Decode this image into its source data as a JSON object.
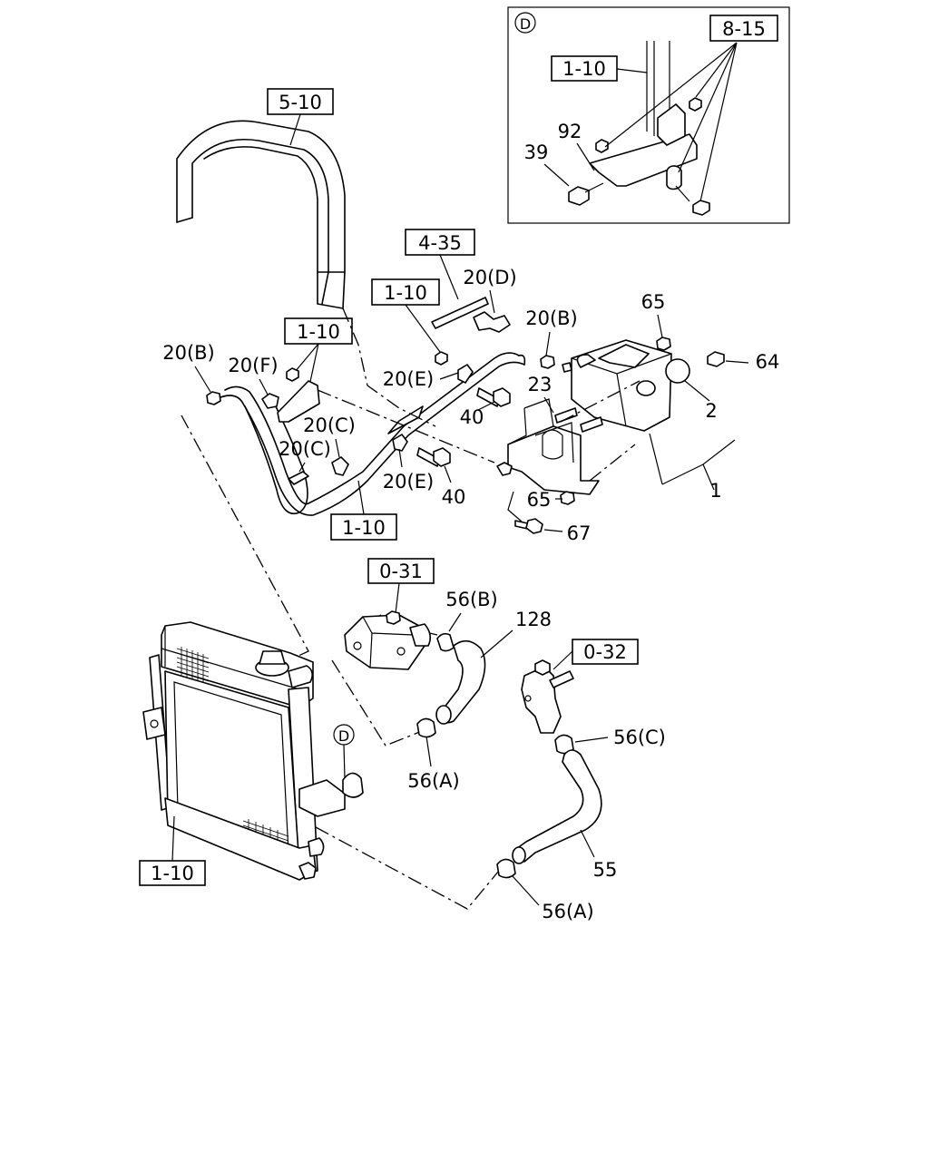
{
  "diagram": {
    "inset_marker": "D",
    "references": {
      "inset_8_15": "8-15",
      "inset_1_10": "1-10",
      "ref_5_10": "5-10",
      "ref_4_35": "4-35",
      "ref_1_10_a": "1-10",
      "ref_1_10_b": "1-10",
      "ref_1_10_c": "1-10",
      "ref_0_31": "0-31",
      "ref_0_32": "0-32",
      "ref_1_10_d": "1-10"
    },
    "callouts": {
      "c92": "92",
      "c39": "39",
      "c20D": "20(D)",
      "c20B_top": "20(B)",
      "c65_top": "65",
      "c64": "64",
      "c20B_left": "20(B)",
      "c20F": "20(F)",
      "c20E_top": "20(E)",
      "c23": "23",
      "c2": "2",
      "c40_top": "40",
      "c20C_a": "20(C)",
      "c20C_b": "20(C)",
      "c20E_bot": "20(E)",
      "c40_bot": "40",
      "c1": "1",
      "c65_bot": "65",
      "c67": "67",
      "c56B": "56(B)",
      "c128": "128",
      "c56C": "56(C)",
      "c56A_top": "56(A)",
      "c55": "55",
      "c56A_bot": "56(A)"
    }
  }
}
